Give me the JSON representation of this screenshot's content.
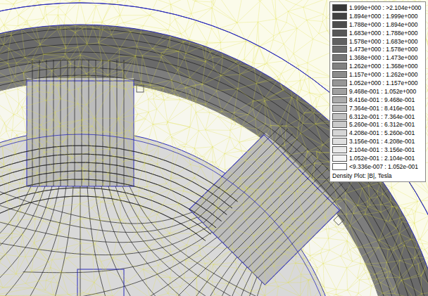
{
  "diagram": {
    "labels": [
      "Density Plot: |B|, Tesla"
    ],
    "legend": [
      {
        "text": "1.999e+000 : >2.104e+000",
        "color": "#373737"
      },
      {
        "text": "1.894e+000 : 1.999e+000",
        "color": "#424242"
      },
      {
        "text": "1.788e+000 : 1.894e+000",
        "color": "#4c4c4c"
      },
      {
        "text": "1.683e+000 : 1.788e+000",
        "color": "#575757"
      },
      {
        "text": "1.578e+000 : 1.683e+000",
        "color": "#616161"
      },
      {
        "text": "1.473e+000 : 1.578e+000",
        "color": "#6c6c6c"
      },
      {
        "text": "1.368e+000 : 1.473e+000",
        "color": "#767676"
      },
      {
        "text": "1.262e+000 : 1.368e+000",
        "color": "#818181"
      },
      {
        "text": "1.157e+000 : 1.262e+000",
        "color": "#8b8b8b"
      },
      {
        "text": "1.052e+000 : 1.157e+000",
        "color": "#969696"
      },
      {
        "text": "9.468e-001 : 1.052e+000",
        "color": "#a0a0a0"
      },
      {
        "text": "8.416e-001 : 9.468e-001",
        "color": "#ababab"
      },
      {
        "text": "7.364e-001 : 8.416e-001",
        "color": "#b5b5b5"
      },
      {
        "text": "6.312e-001 : 7.364e-001",
        "color": "#c0c0c0"
      },
      {
        "text": "5.260e-001 : 6.312e-001",
        "color": "#cacaca"
      },
      {
        "text": "4.208e-001 : 5.260e-001",
        "color": "#d5d5d5"
      },
      {
        "text": "3.156e-001 : 4.208e-001",
        "color": "#dfdfdf"
      },
      {
        "text": "2.104e-001 : 3.156e-001",
        "color": "#eaeaea"
      },
      {
        "text": "1.052e-001 : 2.104e-001",
        "color": "#f4f4f4"
      },
      {
        "text": "<9.336e-007 : 1.052e-001",
        "color": "#ffffff"
      }
    ]
  }
}
